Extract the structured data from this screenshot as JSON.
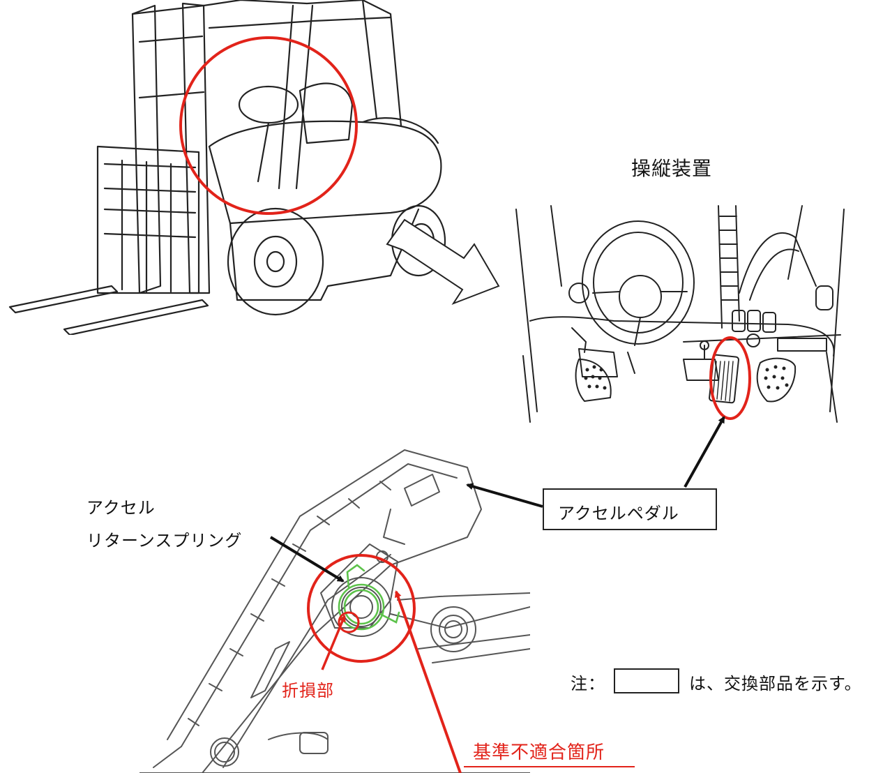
{
  "labels": {
    "control_device": "操縦装置",
    "accel_pedal": "アクセルペダル",
    "return_spring_line1": "アクセル",
    "return_spring_line2": "リターンスプリング",
    "broken_part": "折損部",
    "nonconforming_location": "基準不適合箇所",
    "note_prefix": "注：",
    "note_suffix": "は、交換部品を示す。"
  },
  "colors": {
    "highlight": "#e2231a",
    "spring": "#5cc24a",
    "line": "#222222"
  }
}
